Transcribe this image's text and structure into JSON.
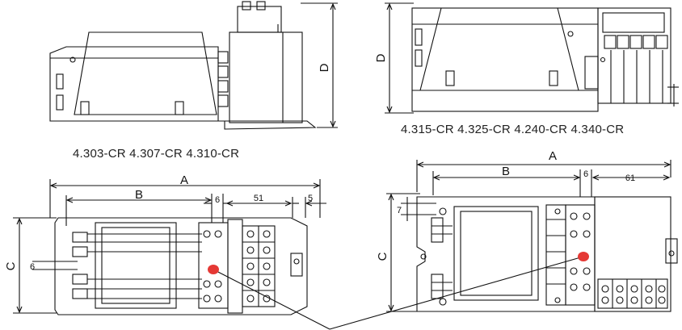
{
  "captions": {
    "left_models": "4.303-CR 4.307-CR  4.310-CR",
    "right_models": "4.315-CR  4.325-CR  4.240-CR  4.340-CR"
  },
  "dimensions": {
    "left_side_view": {
      "height_label": "D"
    },
    "right_side_view": {
      "height_label": "D"
    },
    "left_top_view": {
      "overall_length_label": "A",
      "body_length_label": "B",
      "width_label": "C",
      "gap_6_label": "6",
      "terminal_block_label": "51",
      "end_offset_label": "5",
      "slot_label": "6"
    },
    "right_top_view": {
      "overall_length_label": "A",
      "body_length_label": "B",
      "width_label": "C",
      "gap_6_label": "6",
      "terminal_block_label": "61",
      "slot_label": "7"
    }
  },
  "colors": {
    "line": "#111111",
    "marker": "#e53935"
  }
}
